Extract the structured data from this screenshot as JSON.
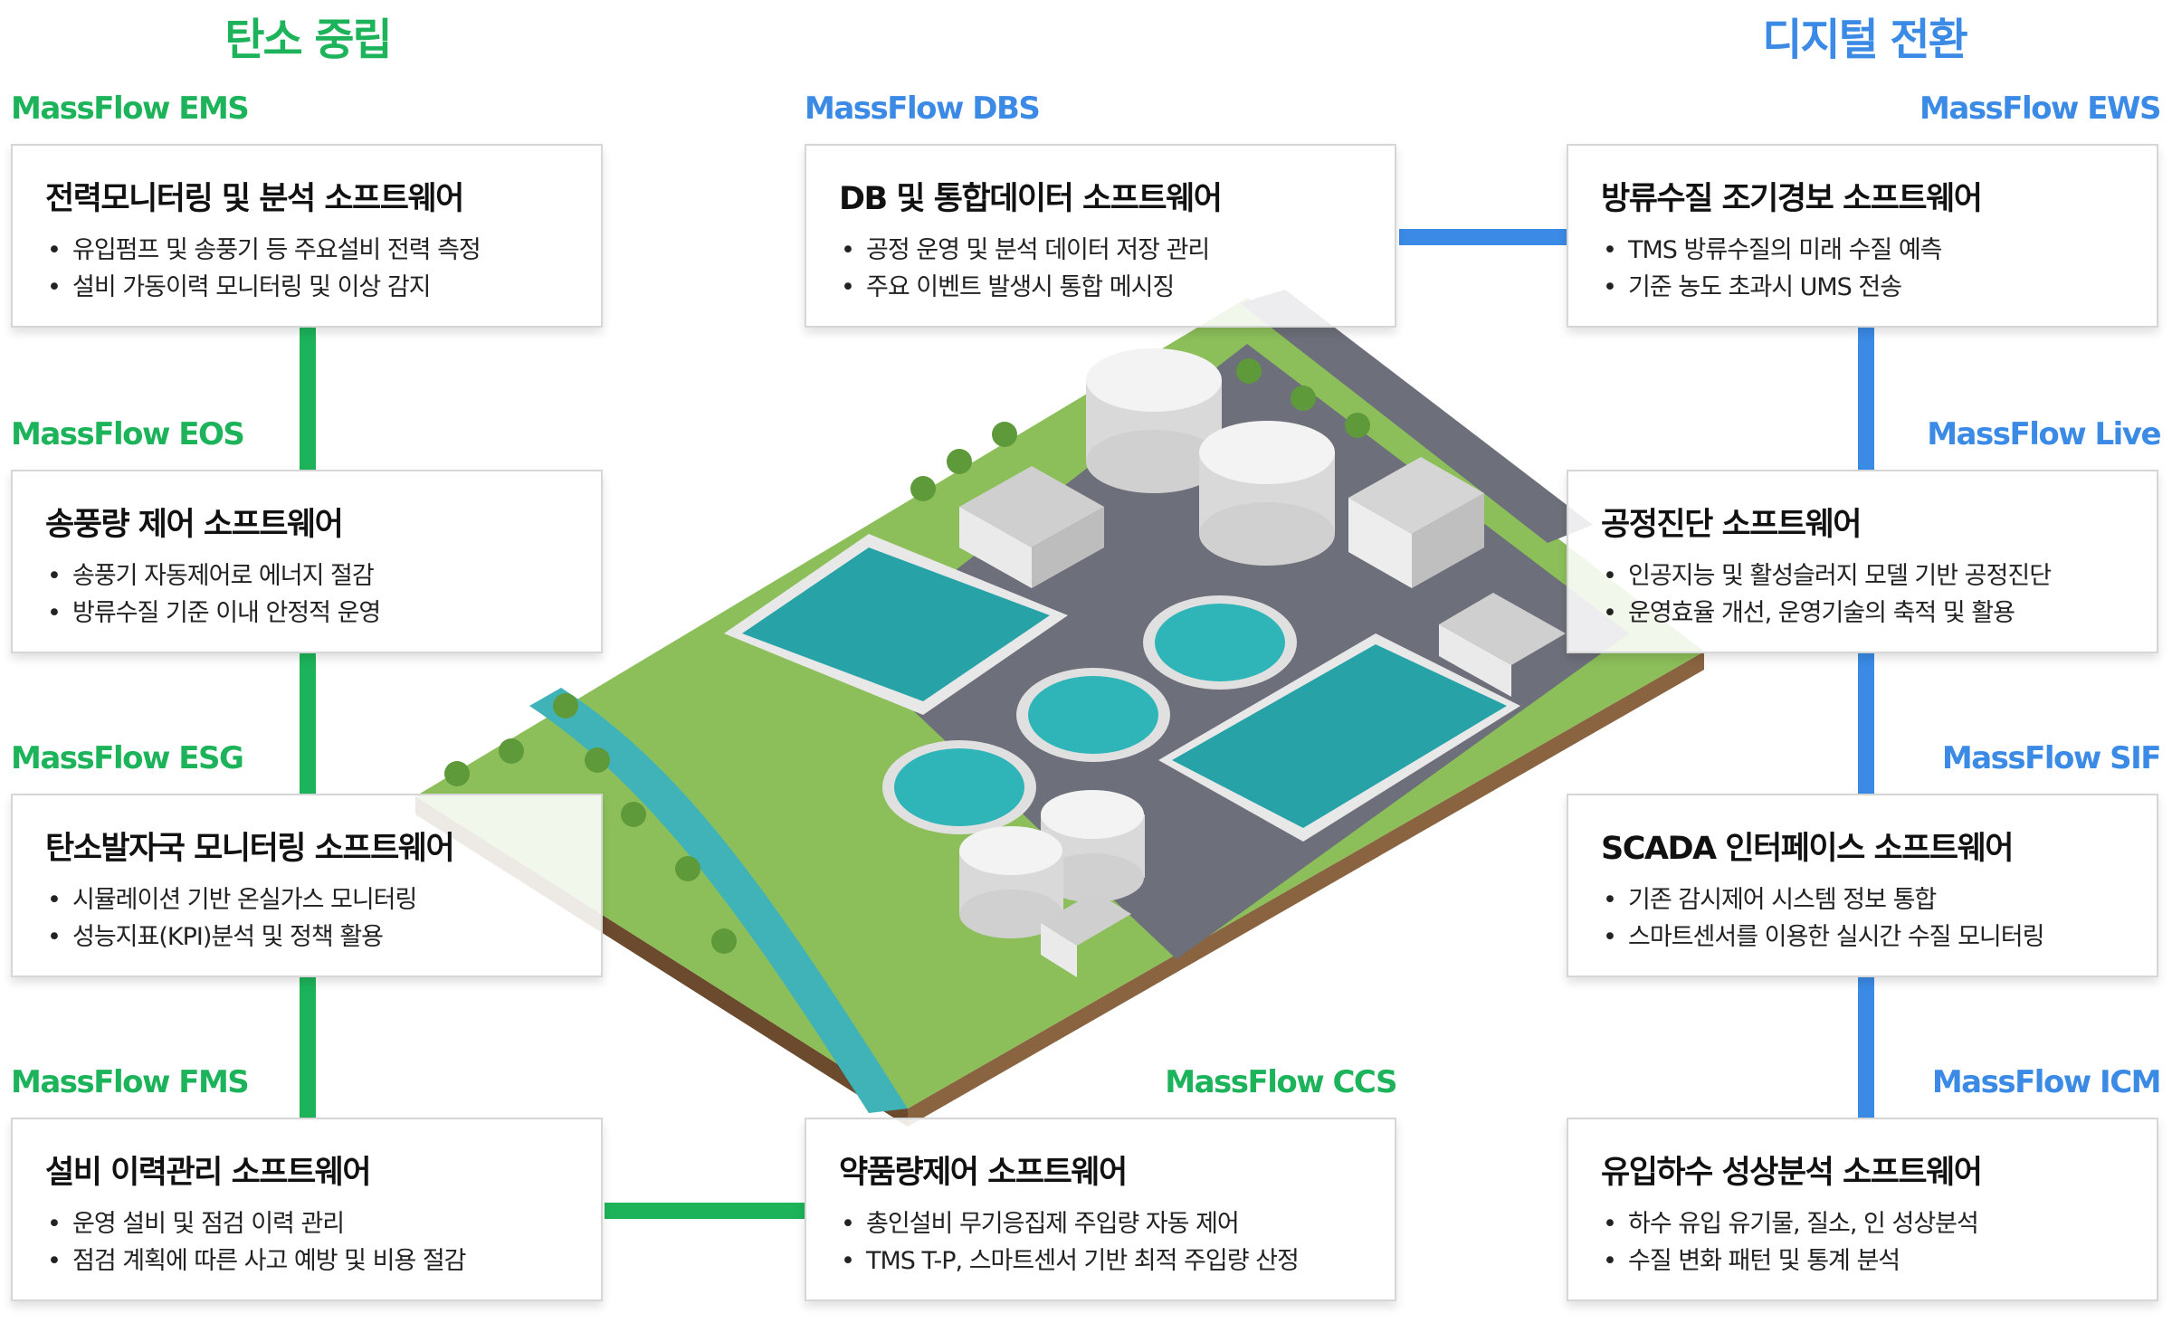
{
  "sections": {
    "carbon_neutral": "탄소 중립",
    "digital_transition": "디지털 전환"
  },
  "colors": {
    "green": "#1db35a",
    "blue": "#3a8ae6"
  },
  "modules": [
    {
      "name": "MassFlow EMS",
      "title": "전력모니터링 및 분석 소프트웨어",
      "bullets": [
        "유입펌프 및 송풍기 등 주요설비 전력 측정",
        "설비 가동이력 모니터링 및 이상 감지"
      ]
    },
    {
      "name": "MassFlow EOS",
      "title": "송풍량 제어 소프트웨어",
      "bullets": [
        "송풍기 자동제어로 에너지 절감",
        "방류수질 기준 이내 안정적 운영"
      ]
    },
    {
      "name": "MassFlow ESG",
      "title": "탄소발자국 모니터링 소프트웨어",
      "bullets": [
        "시뮬레이션 기반 온실가스 모니터링",
        "성능지표(KPI)분석 및 정책 활용"
      ]
    },
    {
      "name": "MassFlow FMS",
      "title": "설비 이력관리 소프트웨어",
      "bullets": [
        "운영 설비 및 점검 이력 관리",
        "점검 계획에 따른 사고 예방 및 비용 절감"
      ]
    },
    {
      "name": "MassFlow DBS",
      "title": "DB 및 통합데이터 소프트웨어",
      "bullets": [
        "공정 운영 및 분석 데이터 저장 관리",
        "주요 이벤트 발생시 통합 메시징"
      ]
    },
    {
      "name": "MassFlow CCS",
      "title": "약품량제어 소프트웨어",
      "bullets": [
        "총인설비 무기응집제 주입량 자동 제어",
        "TMS T-P, 스마트센서 기반 최적 주입량 산정"
      ]
    },
    {
      "name": "MassFlow EWS",
      "title": "방류수질 조기경보 소프트웨어",
      "bullets": [
        "TMS 방류수질의 미래 수질 예측",
        "기준 농도 초과시 UMS 전송"
      ]
    },
    {
      "name": "MassFlow Live",
      "title": "공정진단 소프트웨어",
      "bullets": [
        "인공지능 및 활성슬러지 모델 기반 공정진단",
        "운영효율 개선, 운영기술의 축적 및 활용"
      ]
    },
    {
      "name": "MassFlow SIF",
      "title": "SCADA 인터페이스 소프트웨어",
      "bullets": [
        "기존 감시제어 시스템 정보 통합",
        "스마트센서를 이용한 실시간 수질 모니터링"
      ]
    },
    {
      "name": "MassFlow ICM",
      "title": "유입하수 성상분석 소프트웨어",
      "bullets": [
        "하수 유입 유기물, 질소, 인 성상분석",
        "수질 변화 패턴 및 통계 분석"
      ]
    }
  ]
}
